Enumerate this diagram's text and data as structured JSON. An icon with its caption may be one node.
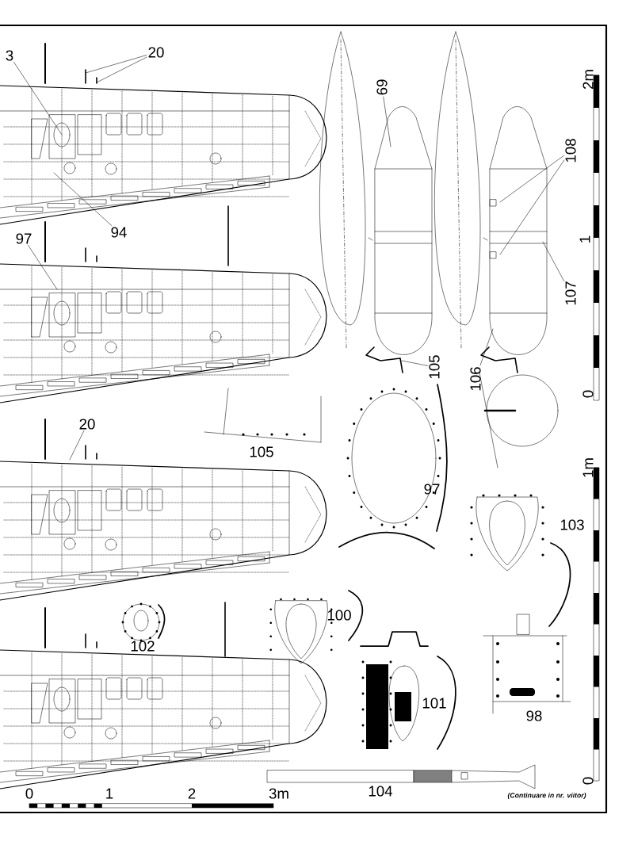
{
  "diagram": {
    "nodes": [
      {
        "text": [
          "3"
        ]
      },
      {
        "text": [
          "20"
        ]
      },
      {
        "text": [
          "94"
        ]
      },
      {
        "text": [
          "97"
        ]
      },
      {
        "text": [
          "69"
        ]
      },
      {
        "text": [
          "108"
        ]
      },
      {
        "text": [
          "107"
        ]
      },
      {
        "text": [
          "105"
        ]
      },
      {
        "text": [
          "106"
        ]
      },
      {
        "text": [
          "20"
        ]
      }
    ],
    "edges": [
      {
        "from": 0,
        "to": null,
        "arrow": "none"
      },
      {
        "from": 1,
        "to": null,
        "arrow": "none"
      },
      {
        "from": 1,
        "to": null,
        "arrow": "none"
      },
      {
        "from": 2,
        "to": null,
        "arrow": "none"
      },
      {
        "from": 3,
        "to": null,
        "arrow": "none"
      },
      {
        "from": 4,
        "to": null,
        "arrow": "none"
      },
      {
        "from": 5,
        "to": null,
        "arrow": "none"
      },
      {
        "from": 5,
        "to": null,
        "arrow": "none"
      },
      {
        "from": 6,
        "to": null,
        "arrow": "none"
      },
      {
        "from": 7,
        "to": null,
        "arrow": "none"
      },
      {
        "from": 8,
        "to": null,
        "arrow": "none"
      },
      {
        "from": 9,
        "to": null,
        "arrow": "none"
      }
    ],
    "labels": [
      "105",
      "97",
      "103",
      "100",
      "102",
      "101",
      "98",
      "104",
      "2m",
      "1",
      "0",
      "1m",
      "0",
      "0",
      "1",
      "2",
      "3m",
      "(Continuare in nr. viitor)"
    ]
  }
}
